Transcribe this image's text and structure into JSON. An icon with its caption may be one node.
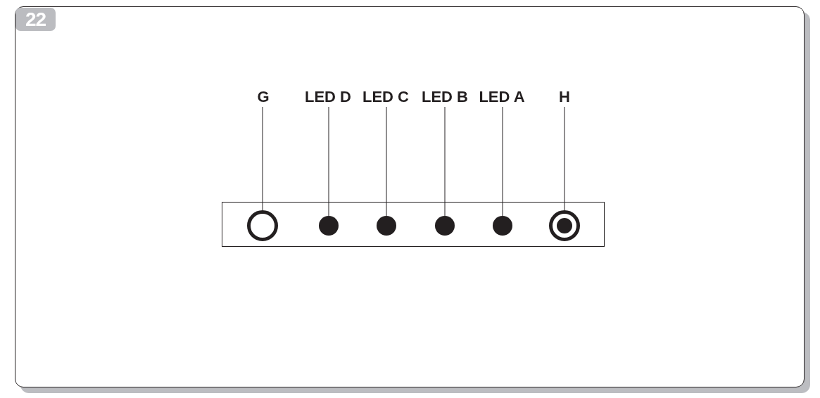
{
  "diagram": {
    "nodes": [
      {
        "text": [
          "22"
        ]
      },
      {
        "text": [
          "G"
        ]
      },
      {
        "text": [
          "LED D"
        ]
      },
      {
        "text": [
          "LED C"
        ]
      },
      {
        "text": [
          "LED B"
        ]
      },
      {
        "text": [
          "LED A"
        ]
      },
      {
        "text": [
          "H"
        ]
      },
      {
        "text": [],
        "shape": "box"
      },
      {
        "text": [],
        "shape": "circle",
        "in": 7
      },
      {
        "text": [],
        "shape": "dot",
        "in": 7
      },
      {
        "text": [],
        "shape": "dot",
        "in": 7
      },
      {
        "text": [],
        "shape": "dot",
        "in": 7
      },
      {
        "text": [],
        "shape": "dot",
        "in": 7
      },
      {
        "text": [],
        "shape": "ring",
        "in": 7
      }
    ],
    "edges": [
      {
        "from": 1,
        "to": 8,
        "arrow": "none"
      },
      {
        "from": 2,
        "to": 9,
        "arrow": "none"
      },
      {
        "from": 3,
        "to": 10,
        "arrow": "none"
      },
      {
        "from": 4,
        "to": 11,
        "arrow": "none"
      },
      {
        "from": 5,
        "to": 12,
        "arrow": "none"
      },
      {
        "from": 6,
        "to": 13,
        "arrow": "none"
      }
    ]
  }
}
